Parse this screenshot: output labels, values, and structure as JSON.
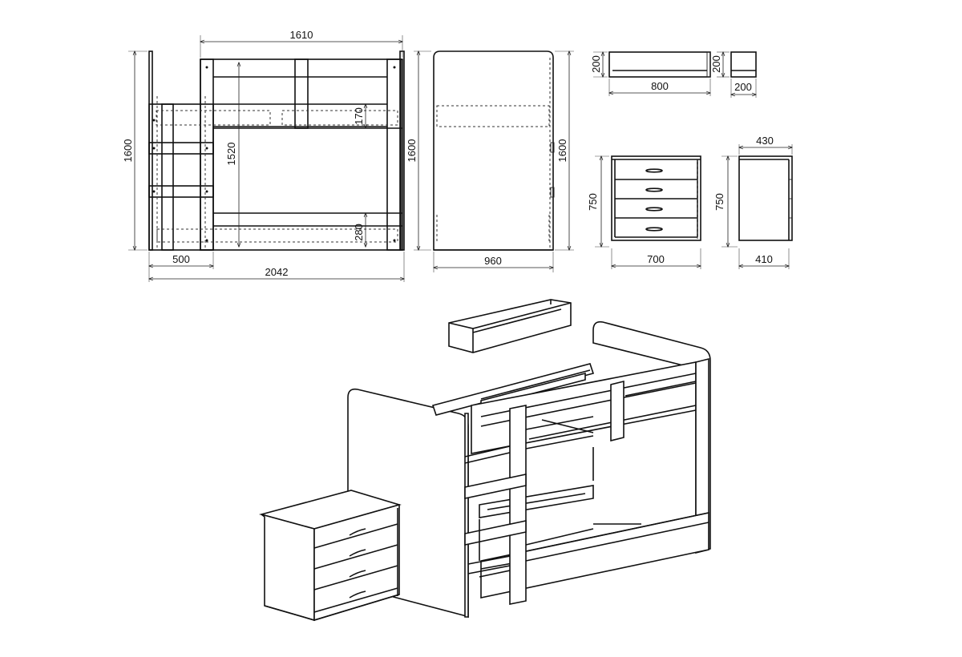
{
  "dimensions": {
    "bed_top_width": "1610",
    "bed_height_left": "1600",
    "bed_inner_height": "1520",
    "guard_height": "170",
    "lower_guard_height": "280",
    "ladder_width": "500",
    "bed_total_length": "2042",
    "side_height": "1600",
    "side_right_height": "1600",
    "side_depth": "960",
    "shelf_height": "200",
    "shelf_width": "800",
    "shelf_side_height": "200",
    "shelf_depth": "200",
    "dresser_top_depth": "430",
    "dresser_height": "750",
    "dresser_width": "700",
    "dresser_side_height": "750",
    "dresser_side_depth": "410"
  }
}
